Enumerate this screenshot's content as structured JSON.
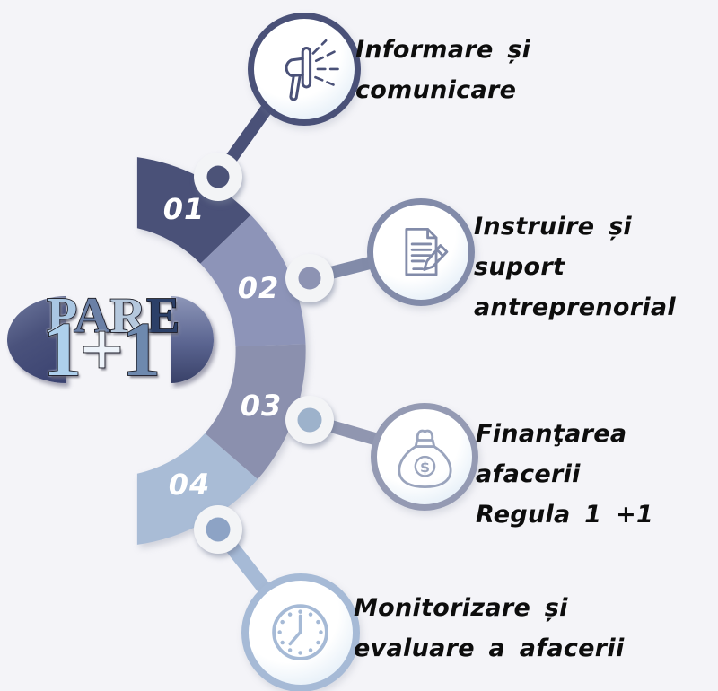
{
  "title": "PARE 1+1 program steps infographic",
  "palette": {
    "background": "#f4f4f8",
    "step1_color": "#4a5178",
    "step2_color": "#8d94b8",
    "step3_color": "#8b90ae",
    "step4_color": "#a9bcd6",
    "connector_dot_ring": "#f3f4f6",
    "dot_center_1": "#4c5378",
    "dot_center_2": "#8d93b3",
    "dot_center_3": "#9db2cb",
    "dot_center_4": "#8da3c5",
    "label_text": "#0d0d0d",
    "number_text": "#ffffff",
    "logo_navy": "#3a4270",
    "logo_light_blue": "#aed0ec"
  },
  "logo": {
    "name": "PARE 1+1",
    "word": [
      "P",
      "A",
      "R",
      "E"
    ],
    "formula": [
      "1",
      "+",
      "1"
    ]
  },
  "steps": [
    {
      "number": "01",
      "label": "Informare și\ncomunicare",
      "icon": "megaphone-icon"
    },
    {
      "number": "02",
      "label": "Instruire și suport\nantreprenorial",
      "icon": "document-pencil-icon"
    },
    {
      "number": "03",
      "label": "Finanţarea afacerii\nRegula 1 +1",
      "icon": "money-bag-icon"
    },
    {
      "number": "04",
      "label": "Monitorizare și\nevaluare a afacerii",
      "icon": "clock-icon"
    }
  ]
}
